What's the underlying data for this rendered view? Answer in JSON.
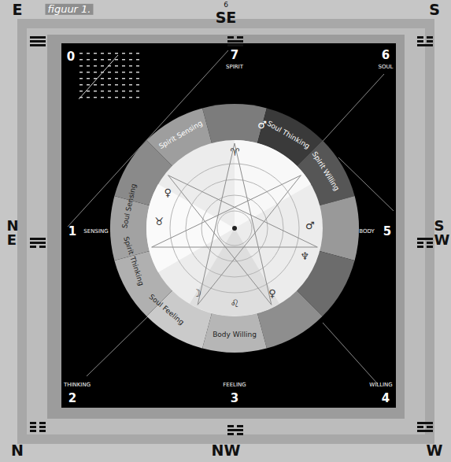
{
  "diagram": {
    "title": "figuur 1.",
    "labels": [
      "6",
      "E",
      "SE",
      "S",
      "NE",
      "SW",
      "N",
      "NW",
      "W",
      "0",
      "7",
      "SPIRIT",
      "6",
      "SOUL",
      "1",
      "SENSING",
      "BODY",
      "5",
      "2",
      "THINKING",
      "3",
      "FEELING",
      "4",
      "WILLING",
      "Spirit Sensing",
      "Soul Sensing",
      "Spirit Thinking",
      "Soul Feeling",
      "Body Willing",
      "Soul Thinking",
      "Spirit Willing",
      "♈",
      "♂",
      "♆",
      "♀",
      "♌",
      "☽",
      "♉",
      "♀",
      "♂"
    ]
  }
}
